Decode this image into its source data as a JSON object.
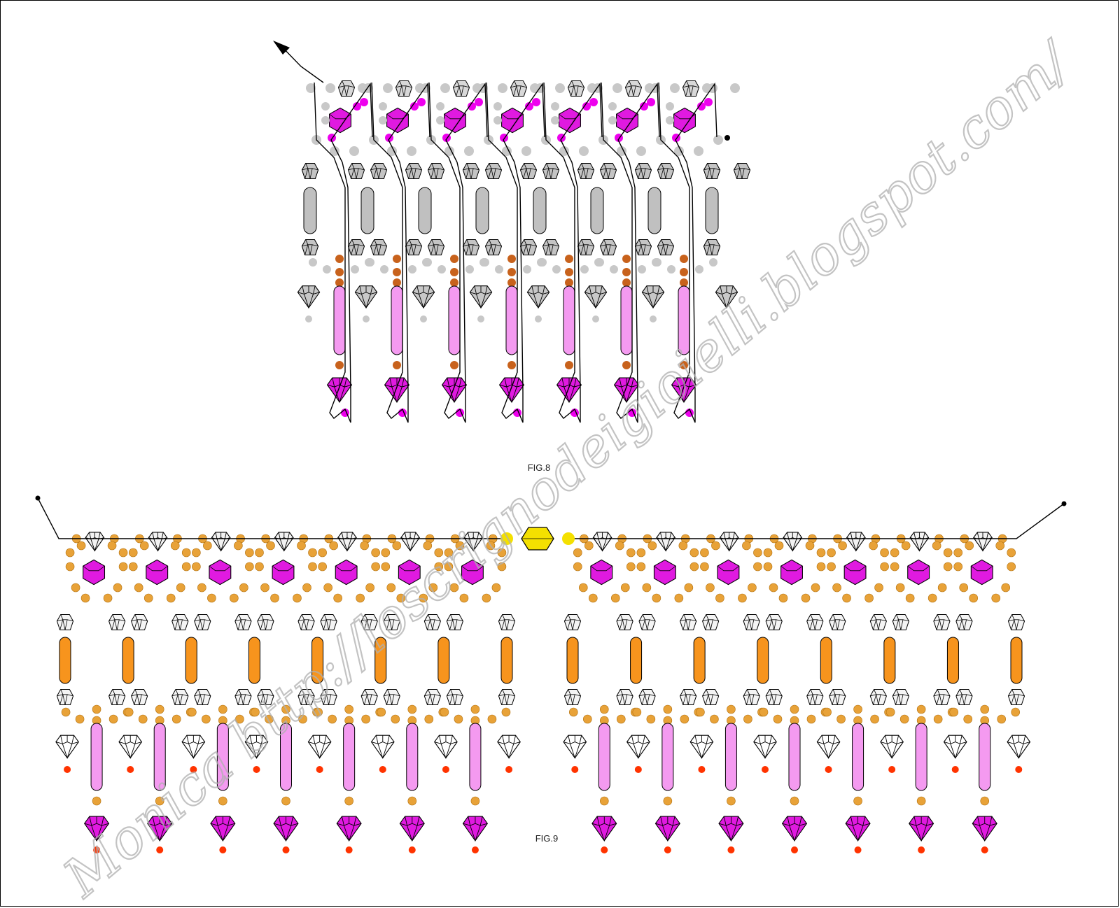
{
  "figures": [
    {
      "label": "FIG.8"
    },
    {
      "label": "FIG.9"
    }
  ],
  "watermark": {
    "text": "Monica bttp://loscrignodeigioielli.blogspot.com/"
  },
  "colors": {
    "gray_bead": "#c8c8c8",
    "gray_crystal": "#c4c4c4",
    "magenta": "#ee00ee",
    "magenta_crystal": "#e01ae0",
    "pink_tube": "#f49af0",
    "orange_bead": "#e8a238",
    "orange_tube": "#f7941d",
    "brown_bead": "#c8621c",
    "red_dot": "#ff3300",
    "gold_center": "#f4e000",
    "thread": "#000000",
    "watermark": "#b8b8b8"
  }
}
